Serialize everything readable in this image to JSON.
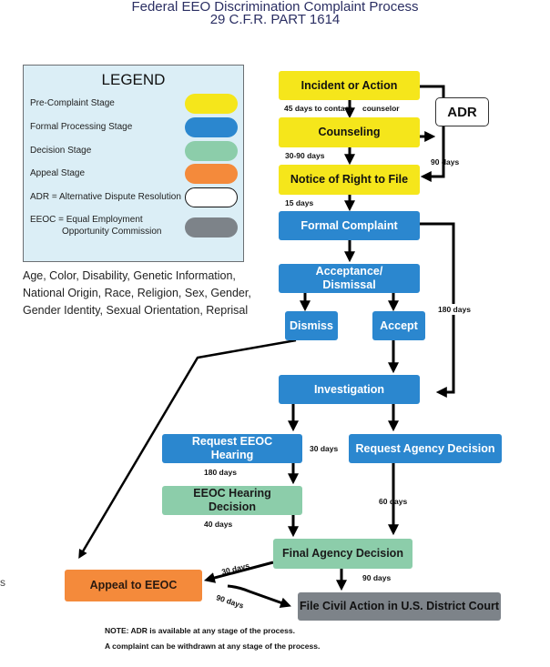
{
  "header": {
    "title": "Federal EEO Discrimination Complaint Process",
    "subtitle": "29 C.F.R. PART 1614"
  },
  "legend": {
    "title": "LEGEND",
    "items": [
      {
        "label": "Pre-Complaint Stage",
        "color": "#f5e61b"
      },
      {
        "label": "Formal Processing Stage",
        "color": "#2b87cf"
      },
      {
        "label": "Decision Stage",
        "color": "#8ccdaa"
      },
      {
        "label": "Appeal Stage",
        "color": "#f48a3b"
      },
      {
        "label": "ADR = Alternative Dispute Resolution",
        "color": "#ffffff"
      },
      {
        "label": "EEOC = Equal Employment",
        "label2": "Opportunity Commission",
        "color": "#7d8389"
      }
    ]
  },
  "bases": {
    "line1": "Age, Color, Disability, Genetic Information,",
    "line2": "National Origin, Race, Religion, Sex, Gender,",
    "line3": "Gender Identity, Sexual Orientation, Reprisal"
  },
  "nodes": {
    "incident": "Incident or Action",
    "adr": "ADR",
    "counseling": "Counseling",
    "notice": "Notice of Right to File",
    "formal_complaint": "Formal Complaint",
    "acceptance_line1": "Acceptance/",
    "acceptance_line2": "Dismissal",
    "dismiss": "Dismiss",
    "accept": "Accept",
    "investigation": "Investigation",
    "request_hearing_line1": "Request EEOC",
    "request_hearing_line2": "Hearing",
    "request_agency": "Request Agency Decision",
    "hearing_decision_line1": "EEOC Hearing",
    "hearing_decision_line2": "Decision",
    "final_agency": "Final Agency Decision",
    "appeal": "Appeal to EEOC",
    "civil_action": "File Civil Action in U.S. District Court"
  },
  "timelines": {
    "to_counselor": "45 days to contact",
    "to_counselor_2": "counselor",
    "counseling": "30-90 days",
    "adr": "90 days",
    "notice": "15 days",
    "formal_to_investigation": "180 days",
    "investigation_choice": "30 days",
    "hearing": "180 days",
    "agency_decision": "60 days",
    "hearing_decision": "40 days",
    "fad_to_appeal": "30 days",
    "fad_to_court": "90 days",
    "appeal_to_court": "90 days"
  },
  "notes": {
    "adr_note": "NOTE: ADR is available at any stage of the process.",
    "withdraw_note": "A complaint can be withdrawn at any stage of the process."
  },
  "stray_glyph": "s"
}
